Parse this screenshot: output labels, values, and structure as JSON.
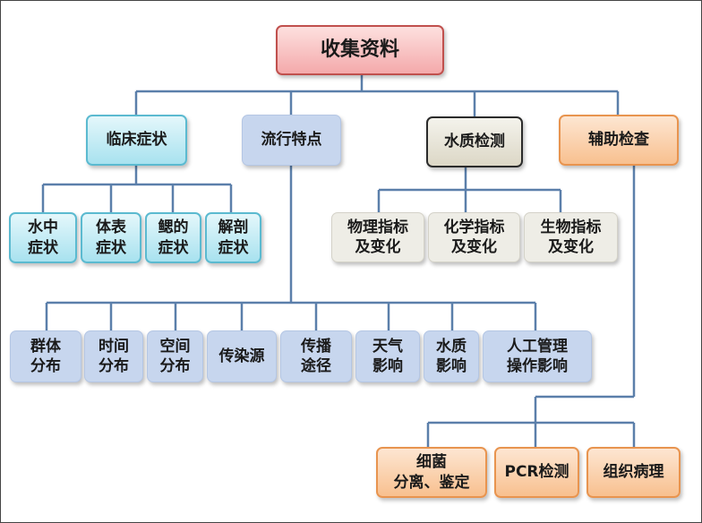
{
  "root": {
    "label": "收集资料"
  },
  "categories": {
    "clinical": "临床症状",
    "epidemic": "流行特点",
    "water": "水质检测",
    "aux": "辅助检查"
  },
  "clinical_children": [
    {
      "l1": "水中",
      "l2": "症状"
    },
    {
      "l1": "体表",
      "l2": "症状"
    },
    {
      "l1": "鳃的",
      "l2": "症状"
    },
    {
      "l1": "解剖",
      "l2": "症状"
    }
  ],
  "water_children": [
    {
      "l1": "物理指标",
      "l2": "及变化"
    },
    {
      "l1": "化学指标",
      "l2": "及变化"
    },
    {
      "l1": "生物指标",
      "l2": "及变化"
    }
  ],
  "epidemic_children": [
    {
      "l1": "群体",
      "l2": "分布"
    },
    {
      "l1": "时间",
      "l2": "分布"
    },
    {
      "l1": "空间",
      "l2": "分布"
    },
    {
      "l1": "传染源",
      "l2": ""
    },
    {
      "l1": "传播",
      "l2": "途径"
    },
    {
      "l1": "天气",
      "l2": "影响"
    },
    {
      "l1": "水质",
      "l2": "影响"
    },
    {
      "l1": "人工管理",
      "l2": "操作影响"
    }
  ],
  "aux_children": [
    {
      "l1": "细菌",
      "l2": "分离、鉴定"
    },
    {
      "l1": "PCR检测",
      "l2": ""
    },
    {
      "l1": "组织病理",
      "l2": ""
    }
  ],
  "colors": {
    "line": "#5b7faa",
    "root_border": "#c0504d",
    "accent_cyan": "#5bbad0",
    "accent_orange": "#e8944f"
  }
}
